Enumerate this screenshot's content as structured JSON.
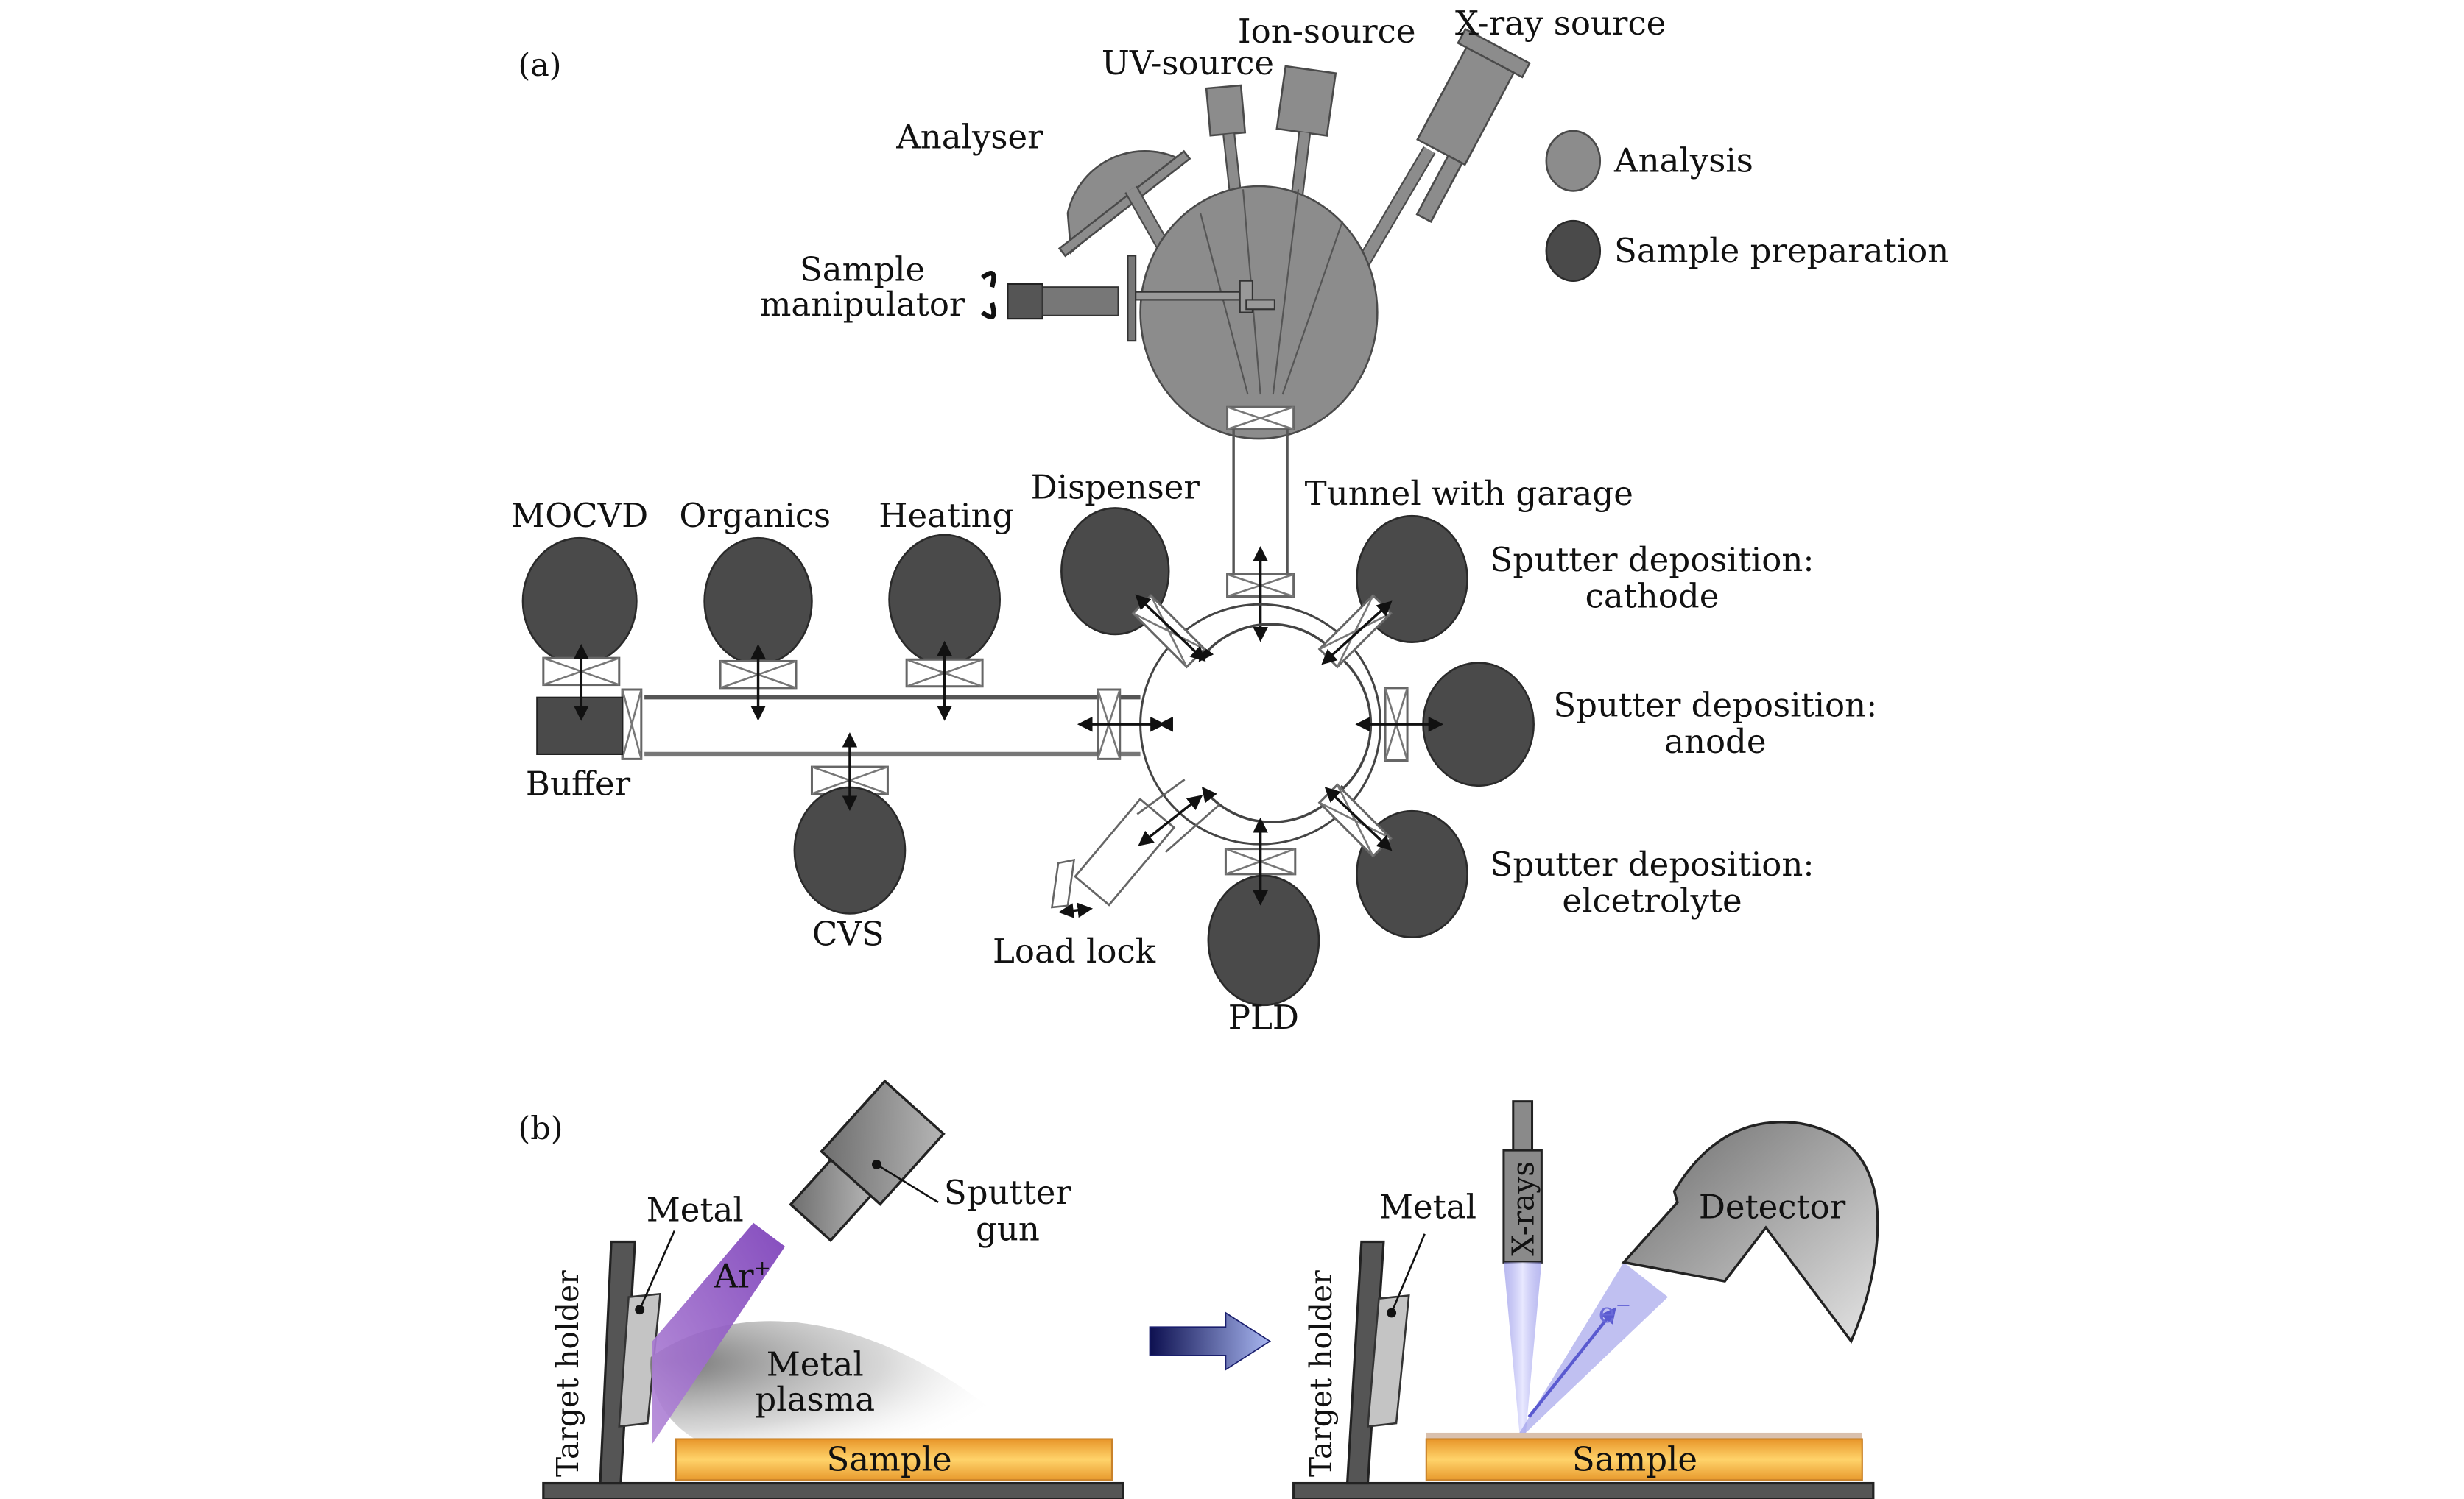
{
  "figure": {
    "panel_a_label": "(a)",
    "panel_b_label": "(b)",
    "colors": {
      "analysis": "#8c8c8c",
      "sample_preparation": "#4a4a4a",
      "argon_beam": "#8a4fc0",
      "xray_beam": "#8f8fe8",
      "sample_orange": "#f2a93b",
      "transition_arrow": "#1a1f6e"
    }
  },
  "panel_a": {
    "legend": [
      {
        "label": "Analysis",
        "kind": "analysis"
      },
      {
        "label": "Sample preparation",
        "kind": "sample_preparation"
      }
    ],
    "analysis_chamber": {
      "components": {
        "analyser": "Analyser",
        "uv_source": "UV-source",
        "ion_source": "Ion-source",
        "xray_source": "X-ray source",
        "sample_manipulator_line1": "Sample",
        "sample_manipulator_line2": "manipulator"
      }
    },
    "tunnel": "Tunnel with garage",
    "linear_chambers": {
      "mocvd": "MOCVD",
      "organics": "Organics",
      "heating": "Heating",
      "buffer": "Buffer",
      "cvs": "CVS"
    },
    "radial_chambers": {
      "dispenser": "Dispenser",
      "sputter_cathode_line1": "Sputter deposition:",
      "sputter_cathode_line2": "cathode",
      "sputter_anode_line1": "Sputter deposition:",
      "sputter_anode_line2": "anode",
      "sputter_electrolyte_line1": "Sputter deposition:",
      "sputter_electrolyte_line2": "elcetrolyte",
      "pld": "PLD",
      "load_lock": "Load lock"
    }
  },
  "panel_b": {
    "left": {
      "target_holder": "Target holder",
      "metal": "Metal",
      "sputter_gun_line1": "Sputter",
      "sputter_gun_line2": "gun",
      "ar_ion": "Ar",
      "ar_ion_sup": "+",
      "plasma_line1": "Metal",
      "plasma_line2": "plasma",
      "sample": "Sample"
    },
    "right": {
      "target_holder": "Target holder",
      "metal": "Metal",
      "xrays": "X-rays",
      "detector": "Detector",
      "electron": "e",
      "electron_sup": "−",
      "sample": "Sample"
    }
  }
}
